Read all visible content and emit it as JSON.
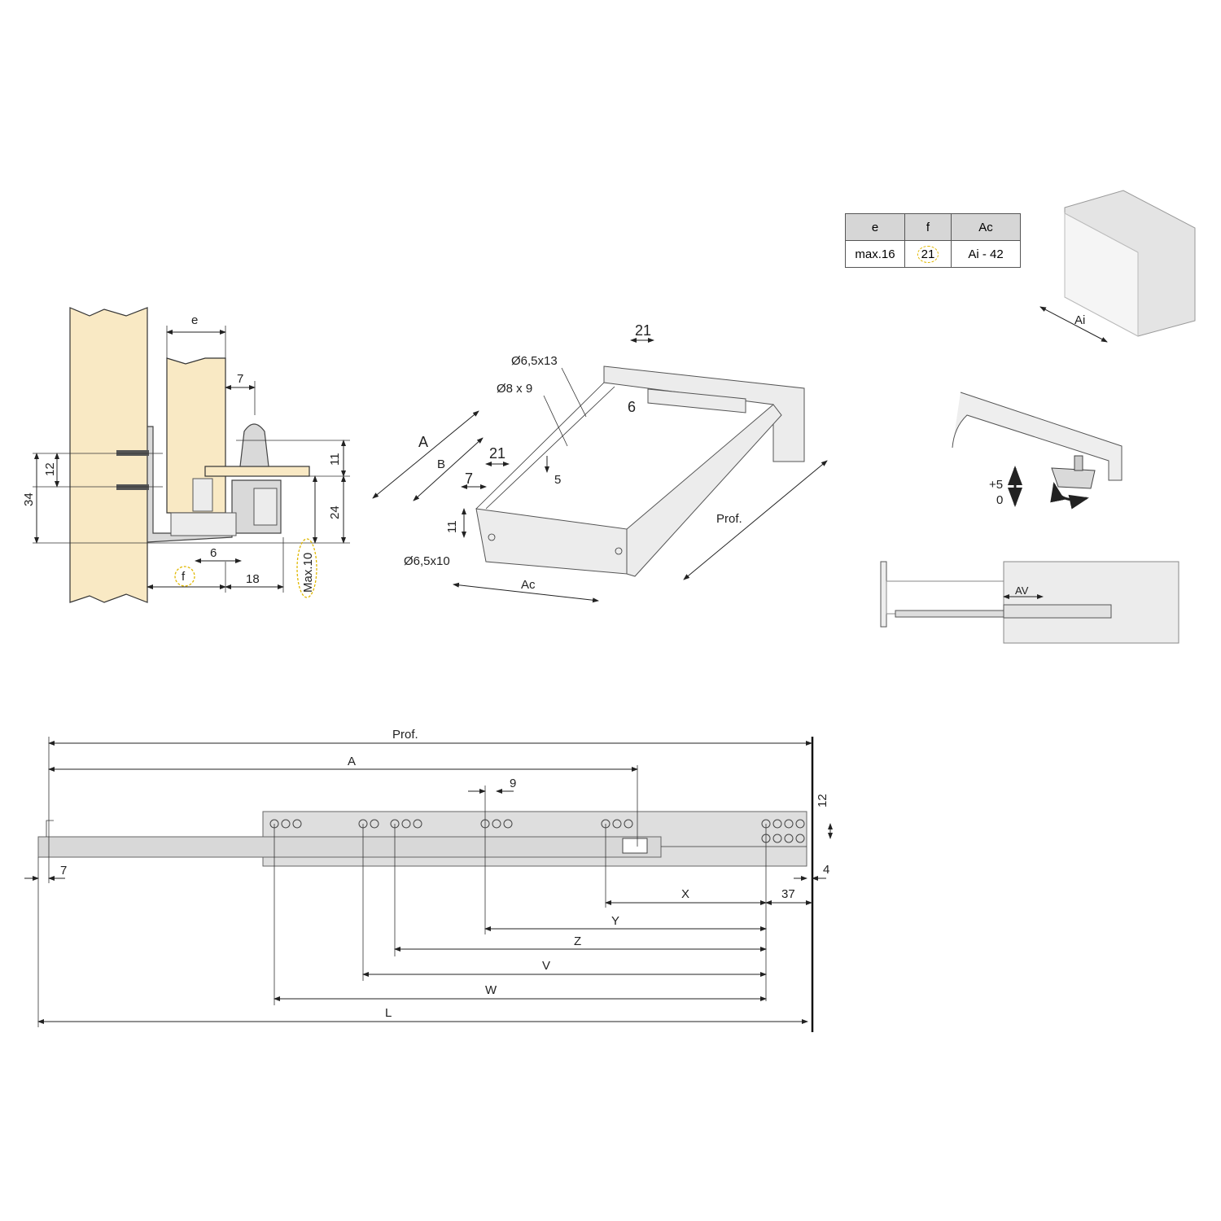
{
  "side_section": {
    "e": "e",
    "seven": "7",
    "twelve": "12",
    "thirty_four": "34",
    "eleven": "11",
    "twenty_four": "24",
    "six": "6",
    "f": "f",
    "eighteen": "18",
    "max10": "Max.10"
  },
  "drawer_section": {
    "twenty_one_top": "21",
    "hole_1": "Ø6,5x13",
    "hole_2": "Ø8 x 9",
    "six": "6",
    "A": "A",
    "B": "B",
    "twenty_one": "21",
    "seven": "7",
    "five": "5",
    "eleven": "11",
    "hole_3": "Ø6,5x10",
    "Ac": "Ac",
    "prof": "Prof."
  },
  "table": {
    "headers": [
      "e",
      "f",
      "Ac"
    ],
    "values": [
      "max.16",
      "21",
      "Ai - 42"
    ]
  },
  "cabinet": {
    "Ai": "Ai"
  },
  "adjust": {
    "plus5": "+5",
    "zero": "0"
  },
  "av": {
    "label": "AV"
  },
  "rail_section": {
    "prof": "Prof.",
    "A": "A",
    "nine": "9",
    "twelve": "12",
    "seven": "7",
    "four": "4",
    "X": "X",
    "thirty_seven": "37",
    "Y": "Y",
    "Z": "Z",
    "V": "V",
    "W": "W",
    "L": "L"
  }
}
